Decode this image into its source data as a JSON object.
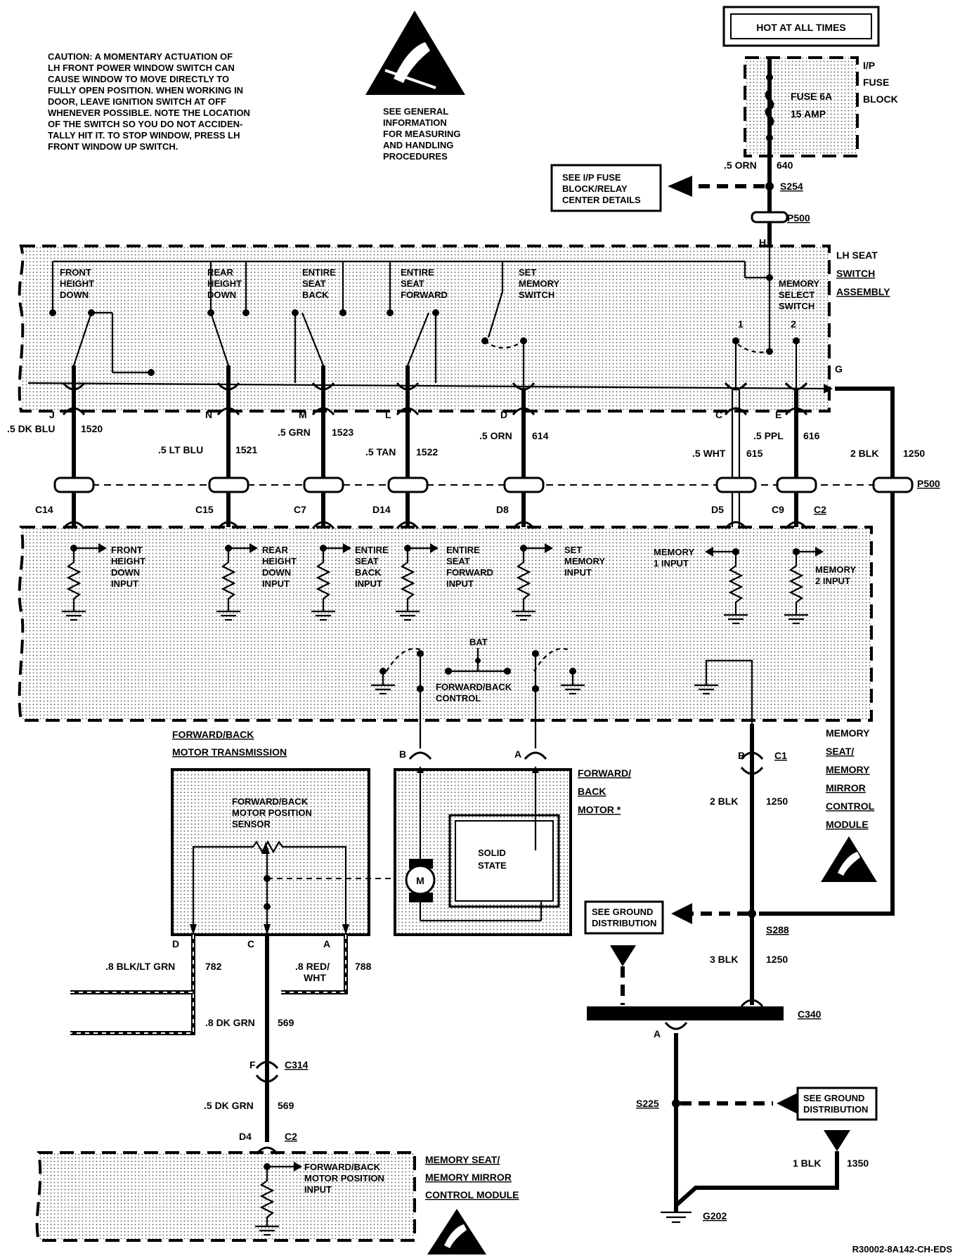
{
  "caution_text": [
    "CAUTION:  A MOMENTARY ACTUATION OF",
    "LH FRONT POWER WINDOW SWITCH CAN",
    "CAUSE WINDOW TO MOVE DIRECTLY TO",
    "FULLY OPEN POSITION.  WHEN WORKING IN",
    "DOOR, LEAVE IGNITION SWITCH AT OFF",
    "WHENEVER POSSIBLE.  NOTE THE LOCATION",
    "OF THE SWITCH SO YOU DO NOT ACCIDEN-",
    "TALLY HIT IT.  TO STOP WINDOW, PRESS LH",
    "FRONT WINDOW UP SWITCH."
  ],
  "esd_note": [
    "SEE GENERAL",
    "INFORMATION",
    "FOR MEASURING",
    "AND HANDLING",
    "PROCEDURES"
  ],
  "hot_label": "HOT AT ALL TIMES",
  "fuse": {
    "block_label": [
      "I/P",
      "FUSE",
      "BLOCK"
    ],
    "name": "FUSE 6A",
    "rating": "15 AMP",
    "wire": ".5 ORN",
    "circuit": "640",
    "splice": "S254",
    "ref_box": [
      "SEE I/P FUSE",
      "BLOCK/RELAY",
      "CENTER DETAILS"
    ]
  },
  "connector_p500": "P500",
  "seat_switch": {
    "label": [
      "LH SEAT",
      "SWITCH",
      "ASSEMBLY"
    ],
    "switches": [
      [
        "FRONT",
        "HEIGHT",
        "DOWN"
      ],
      [
        "REAR",
        "HEIGHT",
        "DOWN"
      ],
      [
        "ENTIRE",
        "SEAT",
        "BACK"
      ],
      [
        "ENTIRE",
        "SEAT",
        "FORWARD"
      ],
      [
        "SET",
        "MEMORY",
        "SWITCH"
      ]
    ],
    "memory_select": [
      "MEMORY",
      "SELECT",
      "SWITCH"
    ],
    "pos1": "1",
    "pos2": "2",
    "pin_h": "H",
    "pin_g": "G"
  },
  "wires": [
    {
      "pin": "J",
      "color": ".5 DK BLU",
      "circuit": "1520",
      "module_pin": "C14",
      "input": [
        "FRONT",
        "HEIGHT",
        "DOWN",
        "INPUT"
      ]
    },
    {
      "pin": "N",
      "color": ".5 LT BLU",
      "circuit": "1521",
      "module_pin": "C15",
      "input": [
        "REAR",
        "HEIGHT",
        "DOWN",
        "INPUT"
      ]
    },
    {
      "pin": "M",
      "color": ".5 GRN",
      "circuit": "1523",
      "module_pin": "C7",
      "input": [
        "ENTIRE",
        "SEAT",
        "BACK",
        "INPUT"
      ]
    },
    {
      "pin": "L",
      "color": ".5 TAN",
      "circuit": "1522",
      "module_pin": "D14",
      "input": [
        "ENTIRE",
        "SEAT",
        "FORWARD",
        "INPUT"
      ]
    },
    {
      "pin": "D",
      "color": ".5 ORN",
      "circuit": "614",
      "module_pin": "D8",
      "input": [
        "SET",
        "MEMORY",
        "INPUT"
      ]
    },
    {
      "pin": "C",
      "color": ".5 WHT",
      "circuit": "615",
      "module_pin": "D5",
      "input": [
        "MEMORY",
        "1 INPUT"
      ]
    },
    {
      "pin": "E",
      "color": ".5 PPL",
      "circuit": "616",
      "module_pin": "C9",
      "input": [
        "MEMORY",
        "2 INPUT"
      ]
    }
  ],
  "ground_wire": {
    "color": "2 BLK",
    "circuit": "1250"
  },
  "c2_label": "C2",
  "module": {
    "label": [
      "MEMORY",
      "SEAT/",
      "MEMORY",
      "MIRROR",
      "CONTROL",
      "MODULE"
    ],
    "bat": "BAT",
    "control": [
      "FORWARD/BACK",
      "CONTROL"
    ],
    "pin_b": "B",
    "c1": "C1"
  },
  "transmission": {
    "title": [
      "FORWARD/BACK",
      "MOTOR TRANSMISSION"
    ],
    "sensor": [
      "FORWARD/BACK",
      "MOTOR POSITION",
      "SENSOR"
    ],
    "pins": [
      "D",
      "C",
      "A"
    ]
  },
  "motor": {
    "label": [
      "FORWARD/",
      "BACK",
      "MOTOR *"
    ],
    "symbol": "M",
    "solid_state": [
      "SOLID",
      "STATE"
    ],
    "pin_b": "B",
    "pin_a": "A"
  },
  "sensor_wires": {
    "w782": {
      "color": ".8 BLK/LT GRN",
      "circuit": "782"
    },
    "w788": {
      "color": [
        ".8 RED/",
        "WHT"
      ],
      "circuit": "788"
    },
    "w569a": {
      "color": ".8 DK GRN",
      "circuit": "569"
    },
    "w569b": {
      "color": ".5 DK GRN",
      "circuit": "569"
    },
    "c314_pin": "F",
    "c314": "C314",
    "d4": "D4",
    "c2": "C2"
  },
  "bottom_module": {
    "input": [
      "FORWARD/BACK",
      "MOTOR POSITION",
      "INPUT"
    ],
    "label": [
      "MEMORY SEAT/",
      "MEMORY MIRROR",
      "CONTROL MODULE"
    ]
  },
  "ground": {
    "module_wire": {
      "color": "2 BLK",
      "circuit": "1250"
    },
    "s288": "S288",
    "ref1": [
      "SEE GROUND",
      "DISTRIBUTION"
    ],
    "w3": {
      "color": "3 BLK",
      "circuit": "1250"
    },
    "c340": "C340",
    "pin_a": "A",
    "s225": "S225",
    "ref2": [
      "SEE GROUND",
      "DISTRIBUTION"
    ],
    "w1": {
      "color": "1 BLK",
      "circuit": "1350"
    },
    "g202": "G202"
  },
  "footer_code": "R30002-8A142-CH-EDS"
}
